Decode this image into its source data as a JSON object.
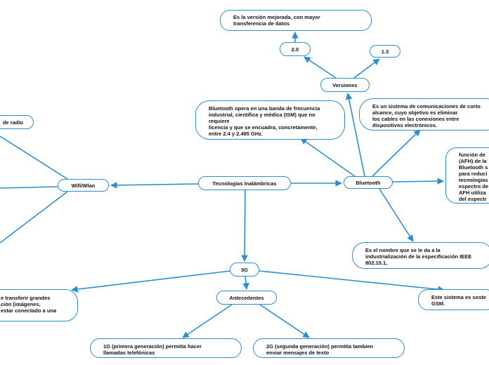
{
  "colors": {
    "line": "#2a8fd0",
    "border": "#2a8fd0",
    "text": "#111111",
    "background": "#ffffff"
  },
  "nodes": {
    "central": "Tecnologías Inalámbricas",
    "wifi": "Wifi/Wlan",
    "wifi_radio": "de radio",
    "bluetooth": "Bluetooth",
    "versiones": "Versiones",
    "v20": "2.0",
    "v13": "1.3",
    "v20_desc": "Es la versión mejorada, con mayor\ntransferencia de datos",
    "bt_ism": "Bluetooth opera en una banda de frecuencia\nindustrial, científica y médica (ISM) que no\nrequiere\nlicencia y que se encuadra, concretamente,\nentre 2.4 y 2.485 GHz.",
    "bt_sistema": "Es un sistema de comunicaciones de corto\nalcance, cuyo objetivo es eliminar\nlos cables en las conexiones entre\ndispositivos electrónicos.",
    "bt_afh": "función de\n(AFH) de la\nBluetooth s\npara reduci\ntecnologías\nespectro de\nAFH utiliza\ndel espectr",
    "bt_ieee": "Es el nombre que se le da a la\nindustrialización de la especificación IEEE\n802.15.1,",
    "g3": "3G",
    "antecedentes": "Antecedentes",
    "g3_transfer": "e transferir grandes\nción (imágenes,\nestar conectado a una",
    "g3_gsm": "Este sistema es soste\nGSM.",
    "g1": "1G (primera generación) permitía hacer\nllamadas telefónicas",
    "g2": "2G (segunda generación) permitía tambien\nenviar mensajes de texto"
  }
}
